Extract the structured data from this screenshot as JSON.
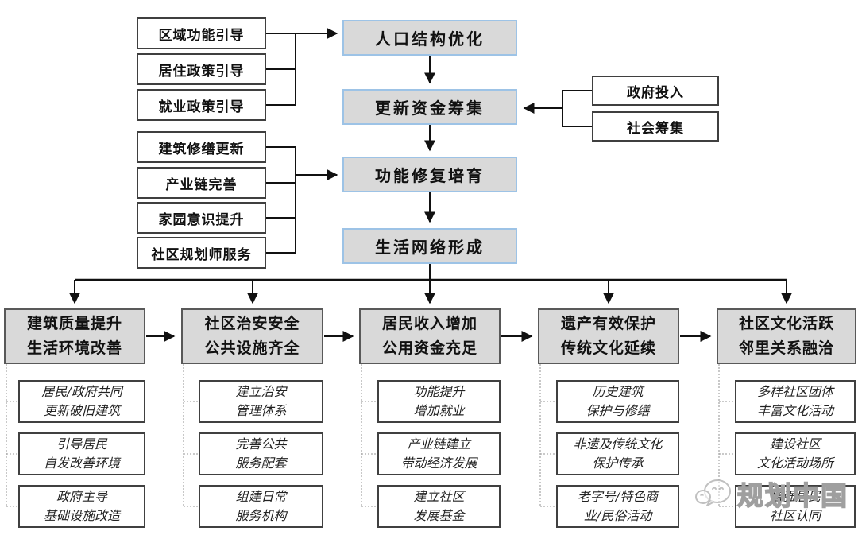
{
  "top_chain": {
    "box1": "人口结构优化",
    "box2": "更新资金筹集",
    "box3": "功能修复培育",
    "box4": "生活网络形成"
  },
  "population_inputs": {
    "items": [
      "区域功能引导",
      "居住政策引导",
      "就业政策引导"
    ]
  },
  "funding_inputs": {
    "items": [
      "政府投入",
      "社会筹集"
    ]
  },
  "function_inputs": {
    "items": [
      "建筑修缮更新",
      "产业链完善",
      "家园意识提升",
      "社区规划师服务"
    ]
  },
  "columns": [
    {
      "header": [
        "建筑质量提升",
        "生活环境改善"
      ],
      "items": [
        [
          "居民/政府共同",
          "更新破旧建筑"
        ],
        [
          "引导居民",
          "自发改善环境"
        ],
        [
          "政府主导",
          "基础设施改造"
        ]
      ]
    },
    {
      "header": [
        "社区治安安全",
        "公共设施齐全"
      ],
      "items": [
        [
          "建立治安",
          "管理体系"
        ],
        [
          "完善公共",
          "服务配套"
        ],
        [
          "组建日常",
          "服务机构"
        ]
      ]
    },
    {
      "header": [
        "居民收入增加",
        "公用资金充足"
      ],
      "items": [
        [
          "功能提升",
          "增加就业"
        ],
        [
          "产业链建立",
          "带动经济发展"
        ],
        [
          "建立社区",
          "发展基金"
        ]
      ]
    },
    {
      "header": [
        "遗产有效保护",
        "传统文化延续"
      ],
      "items": [
        [
          "历史建筑",
          "保护与修缮"
        ],
        [
          "非遗及传统文化",
          "保护传承"
        ],
        [
          "老字号/特色商",
          "业/民俗活动"
        ]
      ]
    },
    {
      "header": [
        "社区文化活跃",
        "邻里关系融洽"
      ],
      "items": [
        [
          "多样社区团体",
          "丰富文化活动"
        ],
        [
          "建设社区",
          "文化活动场所"
        ],
        [
          "增强居民",
          "社区认同"
        ]
      ]
    }
  ],
  "watermark": {
    "text": "规划中国",
    "icon": "wechat-logo-icon"
  },
  "colors": {
    "chain_fill": "#d9d9d9",
    "chain_border": "#9dc3e6",
    "header_fill": "#d9d9d9",
    "header_border": "#595959",
    "line": "#111111",
    "dotted": "#ababab"
  }
}
